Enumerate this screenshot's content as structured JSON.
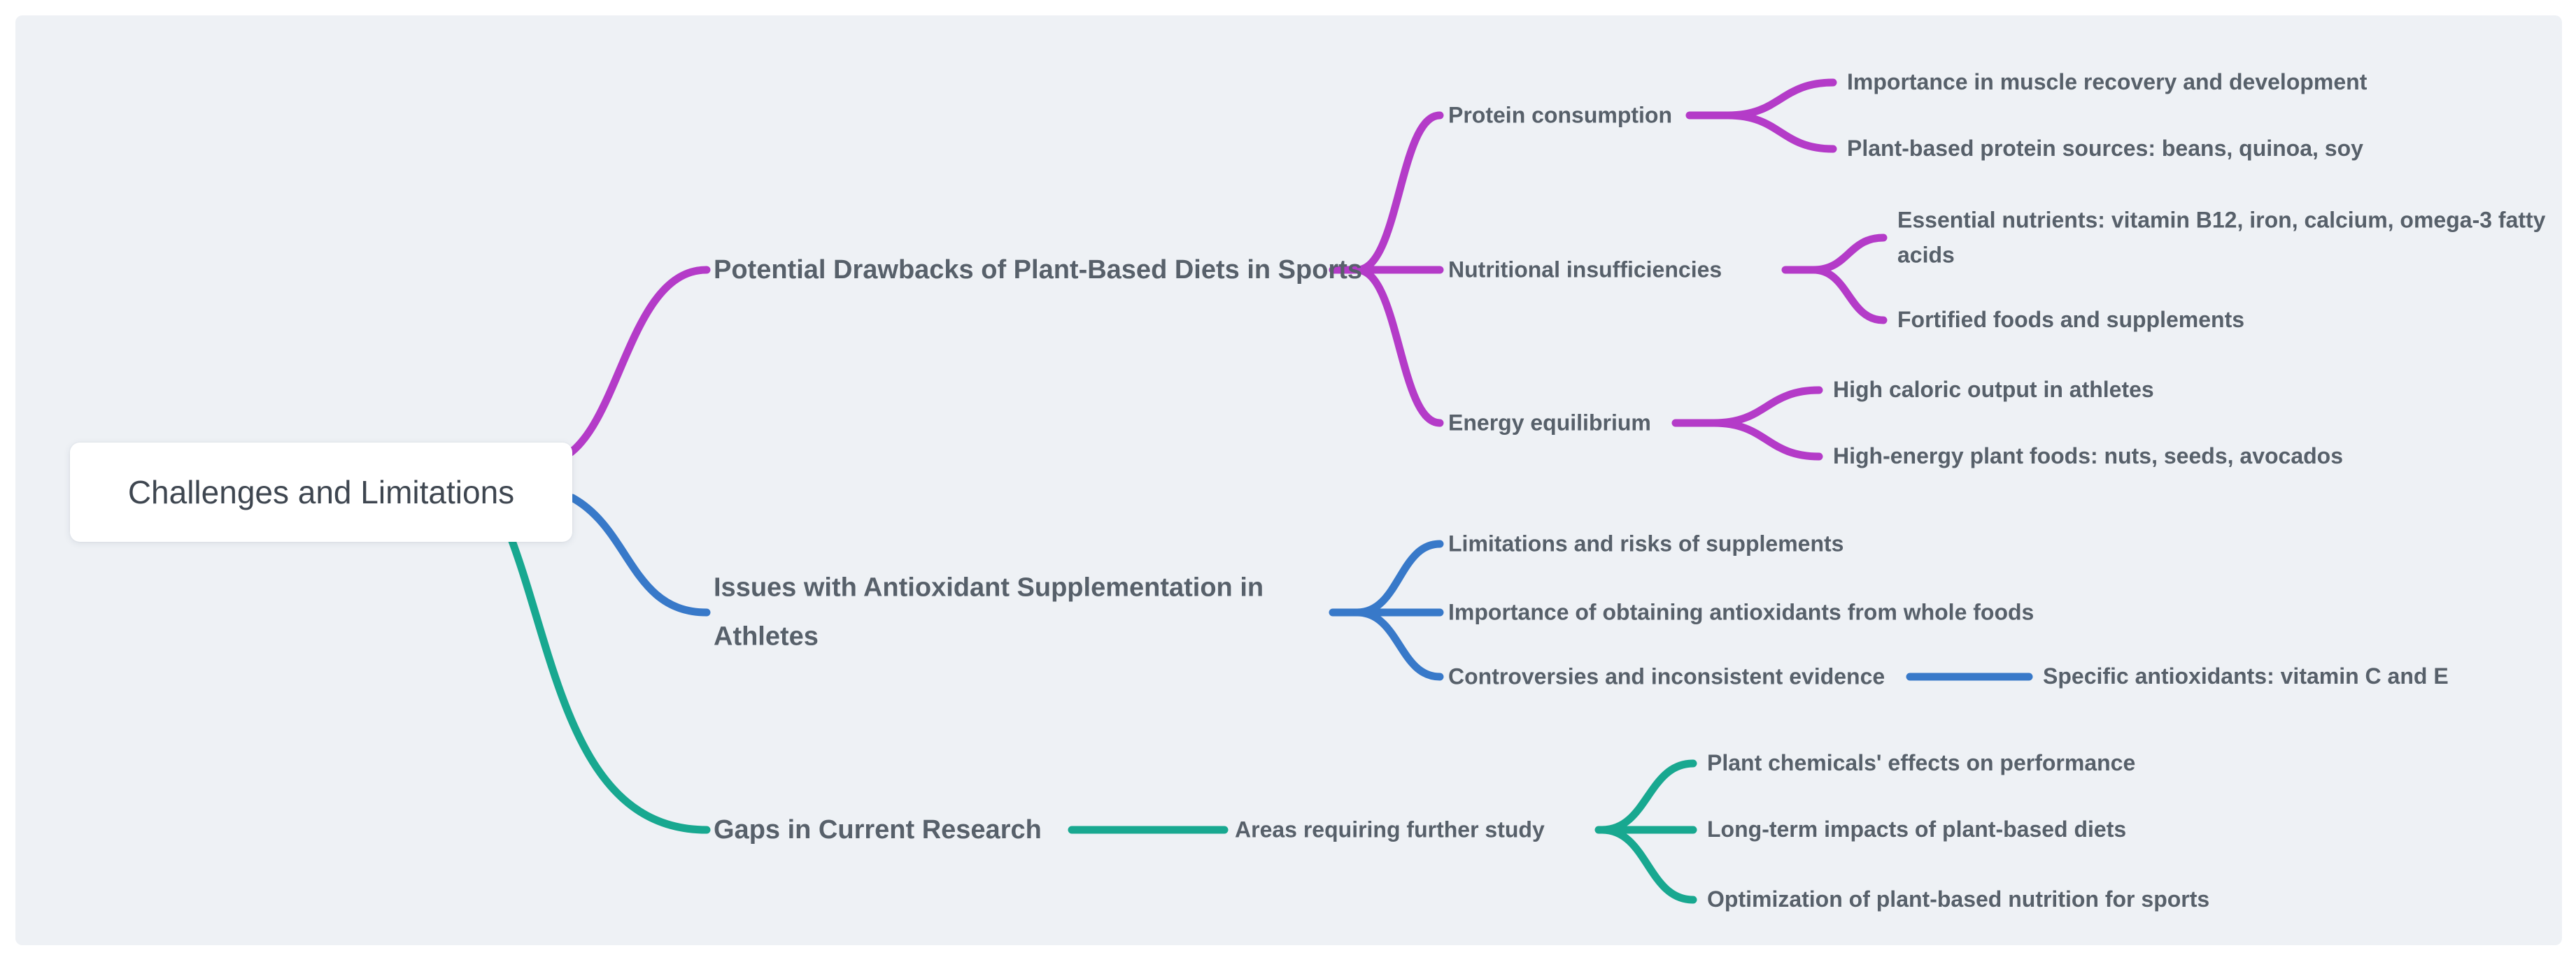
{
  "canvas": {
    "background": "#eef1f5",
    "page_background": "#ffffff"
  },
  "colors": {
    "branch_magenta": "#b43bc8",
    "branch_blue": "#3879c9",
    "branch_teal": "#18a890",
    "label_text": "#57606a",
    "root_text": "#3e4650",
    "root_background": "#ffffff"
  },
  "root": {
    "label": "Challenges and Limitations"
  },
  "branches": [
    {
      "label": "Potential Drawbacks of Plant-Based Diets in Sports",
      "color": "#b43bc8",
      "children": [
        {
          "label": "Protein consumption",
          "children": [
            {
              "label": "Importance in muscle recovery and development"
            },
            {
              "label": "Plant-based protein sources: beans, quinoa, soy"
            }
          ]
        },
        {
          "label": "Nutritional insufficiencies",
          "children": [
            {
              "label": "Essential nutrients: vitamin B12, iron, calcium, omega-3 fatty acids"
            },
            {
              "label": "Fortified foods and supplements"
            }
          ]
        },
        {
          "label": "Energy equilibrium",
          "children": [
            {
              "label": "High caloric output in athletes"
            },
            {
              "label": "High-energy plant foods: nuts, seeds, avocados"
            }
          ]
        }
      ]
    },
    {
      "label": "Issues with Antioxidant Supplementation in Athletes",
      "color": "#3879c9",
      "children": [
        {
          "label": "Limitations and risks of supplements"
        },
        {
          "label": "Importance of obtaining antioxidants from whole foods"
        },
        {
          "label": "Controversies and inconsistent evidence",
          "children": [
            {
              "label": "Specific antioxidants: vitamin C and E"
            }
          ]
        }
      ]
    },
    {
      "label": "Gaps in Current Research",
      "color": "#18a890",
      "children": [
        {
          "label": "Areas requiring further study",
          "children": [
            {
              "label": "Plant chemicals' effects on performance"
            },
            {
              "label": "Long-term impacts of plant-based diets"
            },
            {
              "label": "Optimization of plant-based nutrition for sports"
            }
          ]
        }
      ]
    }
  ]
}
